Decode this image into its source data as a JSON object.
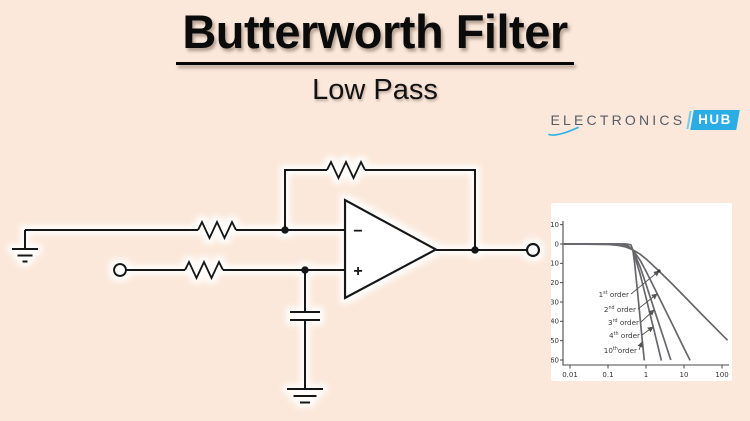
{
  "page": {
    "background_color": "#fbe8da"
  },
  "header": {
    "title": "Butterworth Filter",
    "subtitle": "Low Pass"
  },
  "logo": {
    "brand": "ELECTRONICS",
    "badge": "HUB",
    "accent_color": "#29ade4",
    "brand_color": "#575c66"
  },
  "circuit": {
    "opamp_inverting_label": "−",
    "opamp_noninverting_label": "+"
  },
  "chart_data": {
    "type": "line",
    "title": "",
    "xlabel": "",
    "ylabel": "",
    "x_scale": "log",
    "xlim": [
      0.01,
      150
    ],
    "ylim": [
      -62,
      12
    ],
    "grid": false,
    "legend_position": "none",
    "axis_color": "#4a4a4a",
    "curve_color": "#68686c",
    "annotation_color": "#3a3a3a",
    "x_tick_values": [
      0.01,
      0.1,
      1,
      10,
      100
    ],
    "x_tick_labels": [
      "0.01",
      "0.1",
      "1",
      "10",
      "100"
    ],
    "y_tick_values": [
      10,
      0,
      -10,
      -20,
      -30,
      -40,
      -50,
      -60
    ],
    "y_tick_labels": [
      "10",
      "0",
      "-10",
      "-20",
      "-30",
      "-40",
      "-50",
      "-60"
    ],
    "series": [
      {
        "name": "1st order",
        "points": [
          [
            0.01,
            0
          ],
          [
            0.1,
            -0.2
          ],
          [
            0.2,
            -0.8
          ],
          [
            0.3,
            -1.6
          ],
          [
            0.45,
            -3
          ],
          [
            0.7,
            -5.3
          ],
          [
            1,
            -7.7
          ],
          [
            2,
            -13.2
          ],
          [
            5,
            -20.9
          ],
          [
            10,
            -26.9
          ],
          [
            30,
            -36.5
          ],
          [
            100,
            -46.9
          ],
          [
            140,
            -49.8
          ]
        ]
      },
      {
        "name": "2nd order",
        "points": [
          [
            0.01,
            0
          ],
          [
            0.1,
            0
          ],
          [
            0.2,
            -0.2
          ],
          [
            0.3,
            -0.8
          ],
          [
            0.45,
            -3
          ],
          [
            0.7,
            -8.4
          ],
          [
            1,
            -14
          ],
          [
            2,
            -25.9
          ],
          [
            5,
            -41.8
          ],
          [
            10,
            -53.9
          ],
          [
            14.5,
            -60.2
          ]
        ]
      },
      {
        "name": "3rd order",
        "points": [
          [
            0.01,
            0
          ],
          [
            0.2,
            0
          ],
          [
            0.3,
            -0.4
          ],
          [
            0.45,
            -3
          ],
          [
            0.7,
            -11.8
          ],
          [
            1,
            -20.8
          ],
          [
            2,
            -38.9
          ],
          [
            3,
            -49.4
          ],
          [
            4.5,
            -60
          ]
        ]
      },
      {
        "name": "4th order",
        "points": [
          [
            0.01,
            0
          ],
          [
            0.3,
            -0.2
          ],
          [
            0.45,
            -3
          ],
          [
            0.7,
            -15.5
          ],
          [
            1,
            -27.7
          ],
          [
            1.5,
            -41.8
          ],
          [
            2,
            -51.8
          ],
          [
            2.55,
            -60.3
          ]
        ]
      },
      {
        "name": "10th order",
        "points": [
          [
            0.01,
            0
          ],
          [
            0.3,
            0
          ],
          [
            0.4,
            -0.4
          ],
          [
            0.45,
            -3
          ],
          [
            0.5,
            -9.7
          ],
          [
            0.55,
            -17.5
          ],
          [
            0.6,
            -25
          ],
          [
            0.7,
            -38.4
          ],
          [
            0.8,
            -50
          ],
          [
            0.9,
            -60.2
          ]
        ]
      }
    ],
    "annotations": [
      {
        "text": "1st order",
        "num": "1",
        "sup": "st",
        "word": " order",
        "label_end": [
          78,
          94
        ],
        "tip": [
          108,
          68
        ],
        "dot": true
      },
      {
        "text": "2nd order",
        "num": "2",
        "sup": "nd",
        "word": " order",
        "label_end": [
          85,
          109
        ],
        "tip": [
          106,
          91
        ],
        "dot": false
      },
      {
        "text": "3rd order",
        "num": "3",
        "sup": "rd",
        "word": " order",
        "label_end": [
          88,
          122
        ],
        "tip": [
          103,
          107
        ],
        "dot": false
      },
      {
        "text": "4th order",
        "num": "4",
        "sup": "th",
        "word": " order",
        "label_end": [
          89,
          135
        ],
        "tip": [
          102,
          124
        ],
        "dot": false
      },
      {
        "text": "10th order",
        "num": "10",
        "sup": "th",
        "word": "order",
        "label_end": [
          86,
          150
        ],
        "tip": [
          91,
          139
        ],
        "dot": false
      }
    ]
  }
}
